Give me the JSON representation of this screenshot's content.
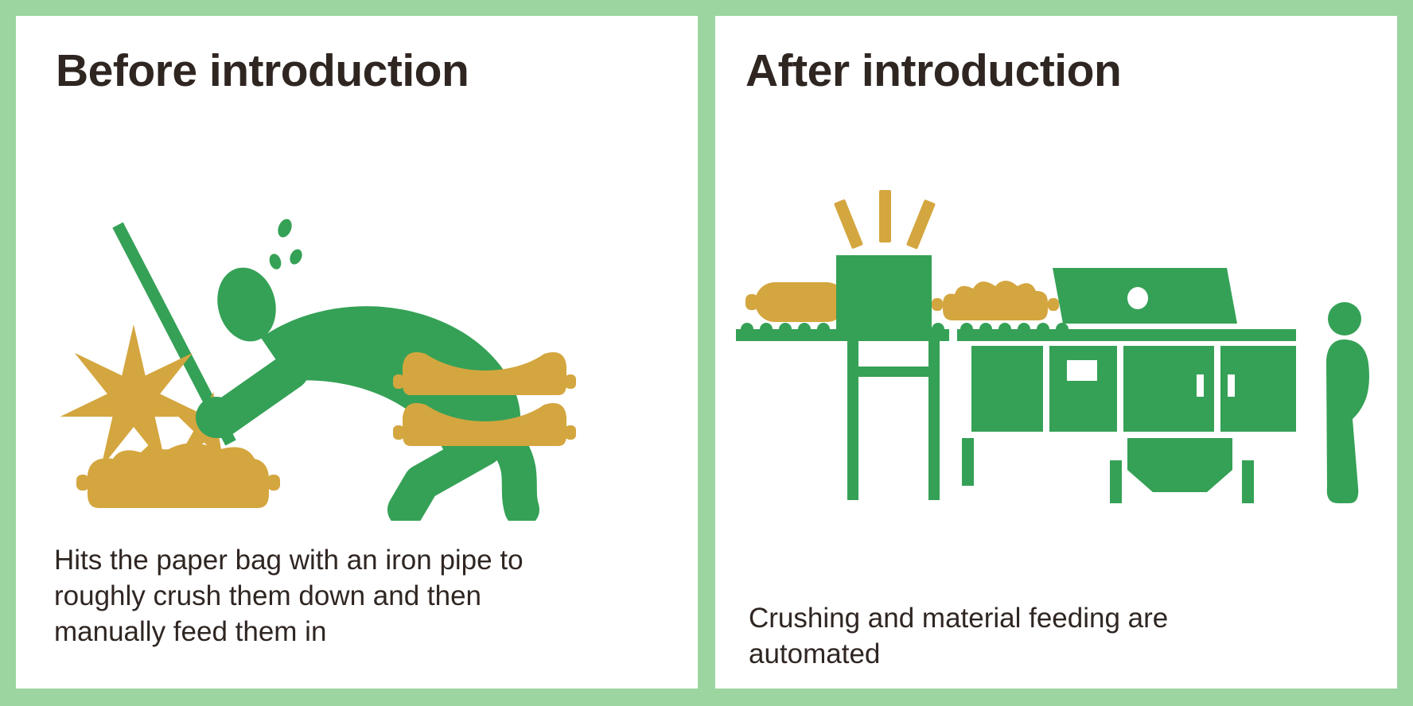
{
  "colors": {
    "background_border": "#9dd5a1",
    "panel_background": "#ffffff",
    "pictogram_green": "#35a156",
    "pictogram_gold": "#d4a63f",
    "text": "#2f2622"
  },
  "panel_before": {
    "title": "Before introduction",
    "description": "Hits the paper bag with an iron pipe to\nroughly crush them down and then\nmanually feed them in"
  },
  "panel_after": {
    "title": "After introduction",
    "description": "Crushing and material feeding are\nautomated"
  }
}
